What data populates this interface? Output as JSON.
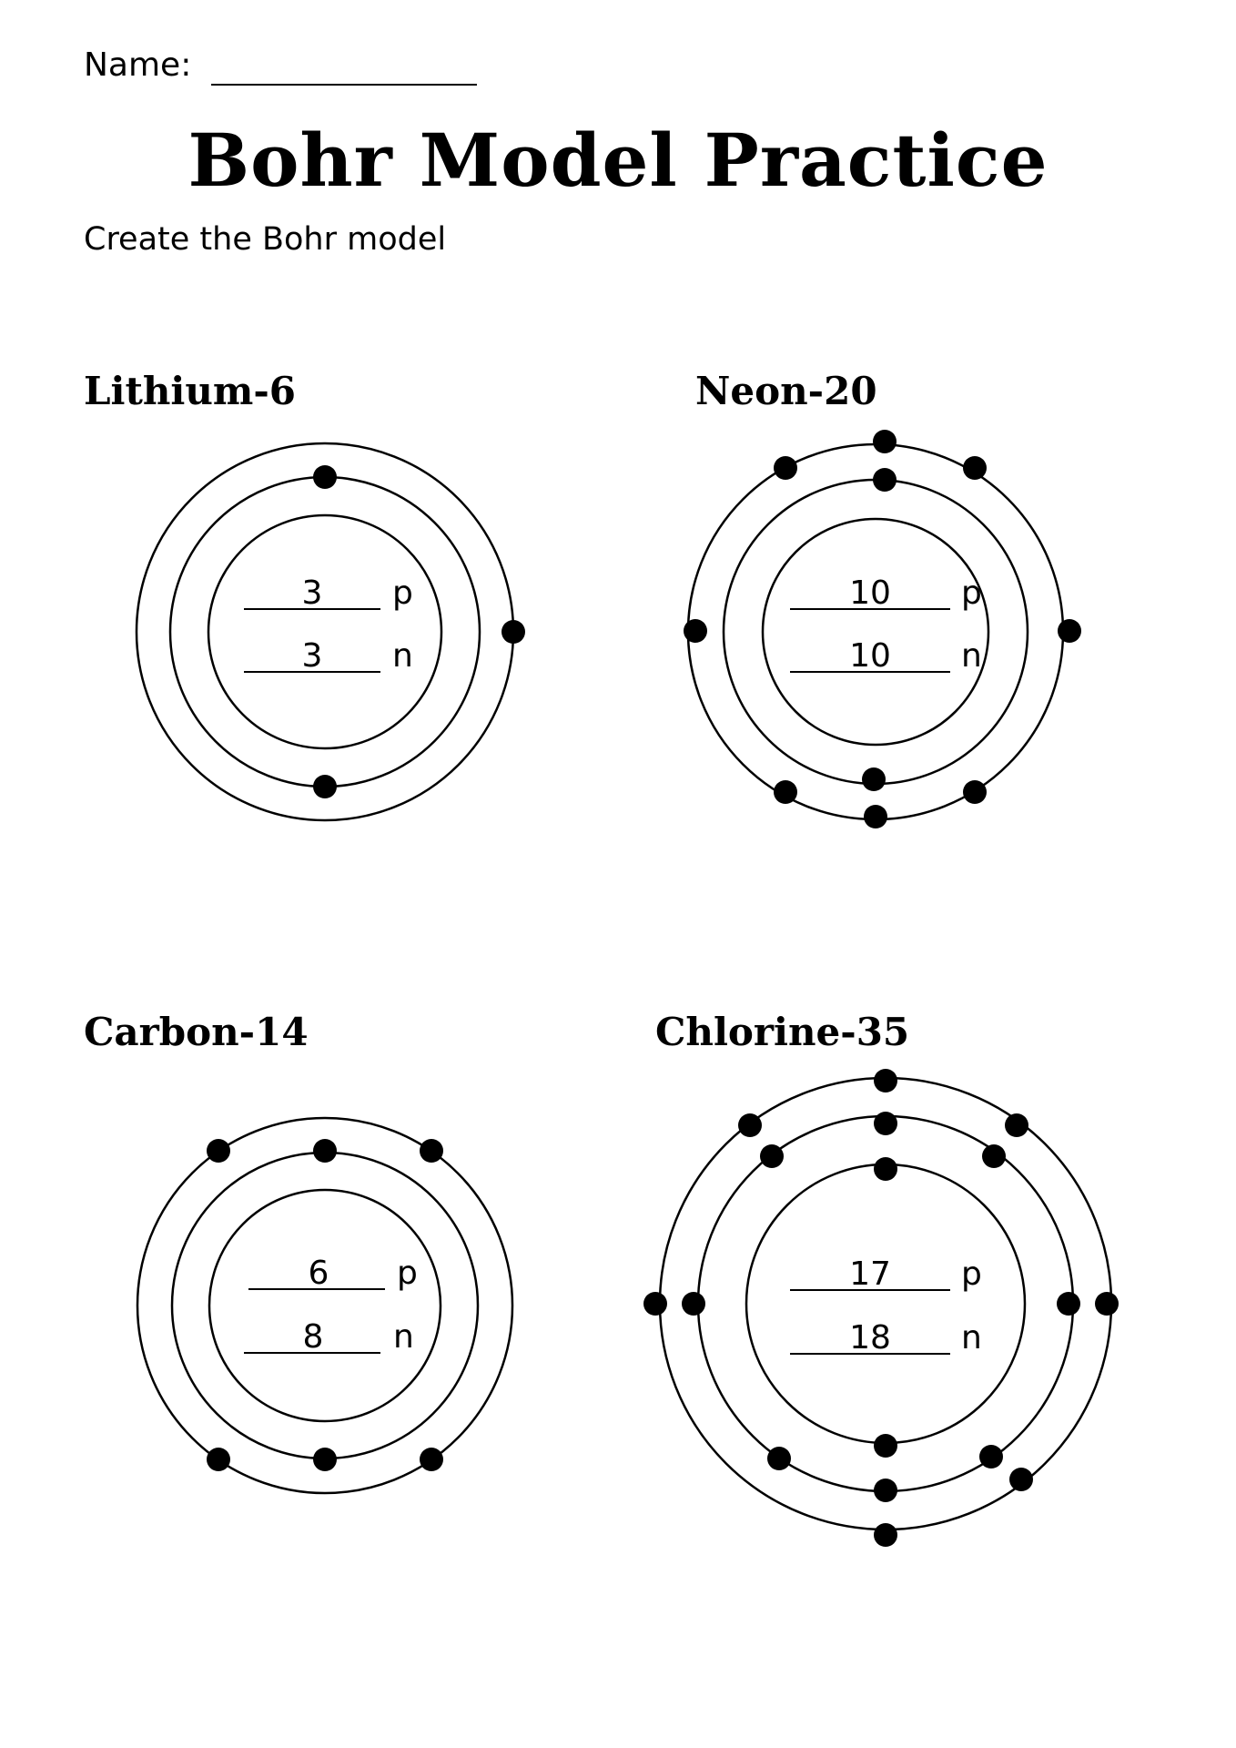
{
  "header": {
    "name_label": "Name:",
    "title": "Bohr Model Practice",
    "instructions": "Create the Bohr model"
  },
  "elements": [
    {
      "title": "Lithium-6",
      "protons": "3",
      "neutrons": "3",
      "proton_unit": "p",
      "neutron_unit": "n",
      "shells": [
        2,
        1
      ]
    },
    {
      "title": "Neon-20",
      "protons": "10",
      "neutrons": "10",
      "proton_unit": "p",
      "neutron_unit": "n",
      "shells": [
        2,
        8
      ]
    },
    {
      "title": "Carbon-14",
      "protons": "6",
      "neutrons": "8",
      "proton_unit": "p",
      "neutron_unit": "n",
      "shells": [
        2,
        4
      ]
    },
    {
      "title": "Chlorine-35",
      "protons": "17",
      "neutrons": "18",
      "proton_unit": "p",
      "neutron_unit": "n",
      "shells": [
        2,
        8,
        7
      ]
    }
  ]
}
